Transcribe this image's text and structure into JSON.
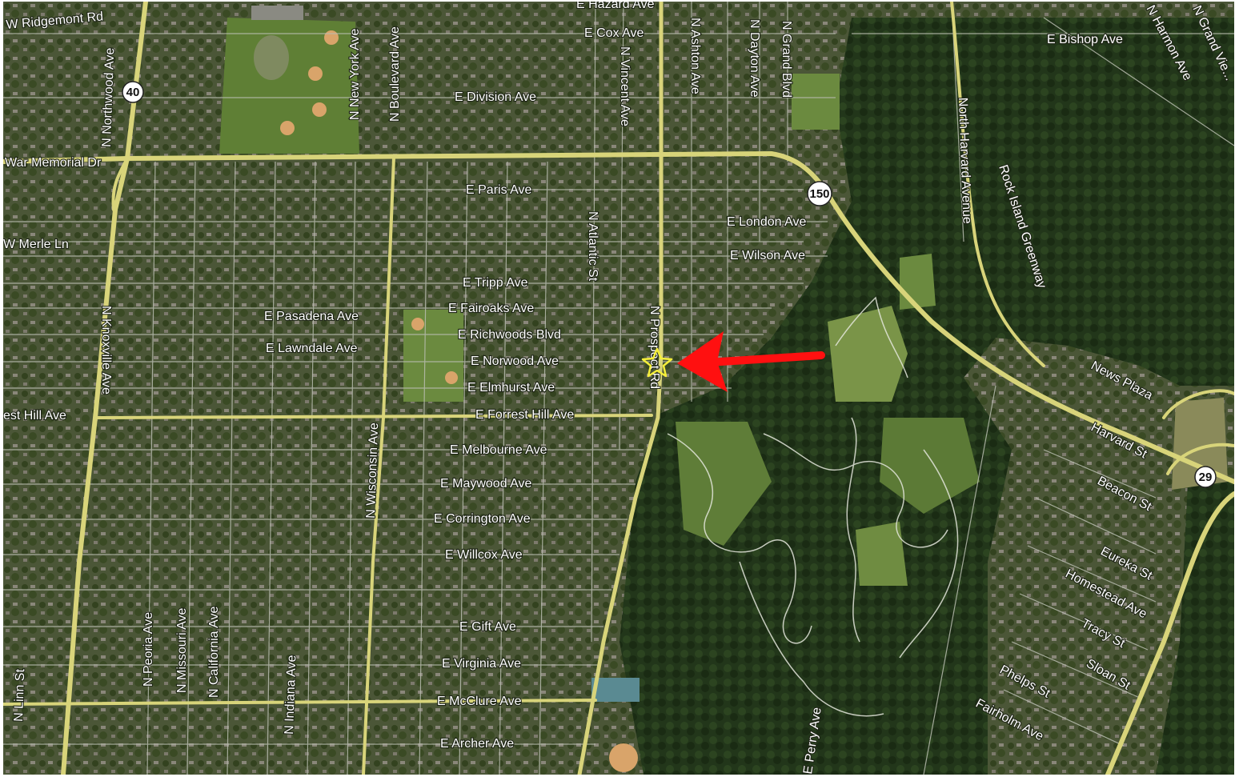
{
  "colors": {
    "urban": "#4b5637",
    "forest": "#22361a",
    "park": "#6b8a3f",
    "major_road": "#d8d47a",
    "minor_road": "#b9bdb0",
    "trail": "#e4e6dc",
    "arrow": "#ff1010",
    "star": "#f5ef3a"
  },
  "marker": {
    "icon": "star-icon",
    "pointer": "red-arrow-icon"
  },
  "shields": [
    {
      "name": "route-40-shield",
      "label": "40"
    },
    {
      "name": "route-150-shield",
      "label": "150"
    },
    {
      "name": "route-29-shield",
      "label": "29"
    }
  ],
  "labels": {
    "e_hazard_ave": "E Hazard Ave",
    "e_cox_ave": "E Cox Ave",
    "w_ridgemont_rd": "W Ridgemont Rd",
    "e_bishop_ave": "E Bishop Ave",
    "n_harmon_ave": "N Harmon Ave",
    "n_grand_view": "N Grand Vie...",
    "n_new_york_ave": "N New York Ave",
    "n_boulevard_ave": "N Boulevard Ave",
    "n_vincent_ave": "N Vincent Ave",
    "n_ashton_ave": "N Ashton Ave",
    "n_dayton_ave": "N Dayton Ave",
    "n_grand_blvd": "N Grand Blvd",
    "n_northwood_ave": "N Northwood Ave",
    "e_division_ave": "E Division Ave",
    "north_harvard_avenue": "North Harvard Avenue",
    "rock_island_greenway": "Rock Island Greenway",
    "war_memorial_dr": "War Memorial Dr",
    "e_paris_ave": "E Paris Ave",
    "e_london_ave": "E London Ave",
    "w_merle_ln": "W Merle Ln",
    "n_atlantic_st": "N Atlantic St",
    "e_wilson_ave": "E Wilson Ave",
    "e_tripp_ave": "E Tripp Ave",
    "e_fairoaks_ave": "E Fairoaks Ave",
    "e_pasadena_ave": "E Pasadena Ave",
    "e_richwoods_blvd": "E Richwoods Blvd",
    "e_lawndale_ave": "E Lawndale Ave",
    "e_norwood_ave": "E Norwood Ave",
    "n_prospect_rd": "N Prospect Rd",
    "n_knoxville_ave": "N Knoxville Ave",
    "e_elmhurst_ave": "E Elmhurst Ave",
    "news_plaza": "News Plaza",
    "w_forrest_hill_ave": "est Hill Ave",
    "e_forrest_hill_ave": "E Forrest Hill Ave",
    "harvard_st": "Harvard St",
    "e_melbourne_ave": "E Melbourne Ave",
    "n_wisconsin_ave": "N Wisconsin Ave",
    "e_maywood_ave": "E Maywood Ave",
    "beacon_st": "Beacon St",
    "e_corrington_ave": "E Corrington Ave",
    "e_willcox_ave": "E Willcox Ave",
    "eureka_st": "Eureka St",
    "homestead_ave": "Homestead Ave",
    "n_peoria_ave": "N Peoria Ave",
    "n_missouri_ave": "N Missouri Ave",
    "n_california_ave": "N California Ave",
    "e_gift_ave": "E Gift Ave",
    "tracy_st": "Tracy St",
    "e_virginia_ave": "E Virginia Ave",
    "n_indiana_ave": "N Indiana Ave",
    "sloan_st": "Sloan St",
    "phelps_st": "Phelps St",
    "n_linn_st": "N Linn St",
    "e_mcclure_ave": "E McClure Ave",
    "fairholm_ave": "Fairholm Ave",
    "e_perry_ave": "E Perry Ave",
    "e_archer_ave": "E Archer Ave"
  }
}
